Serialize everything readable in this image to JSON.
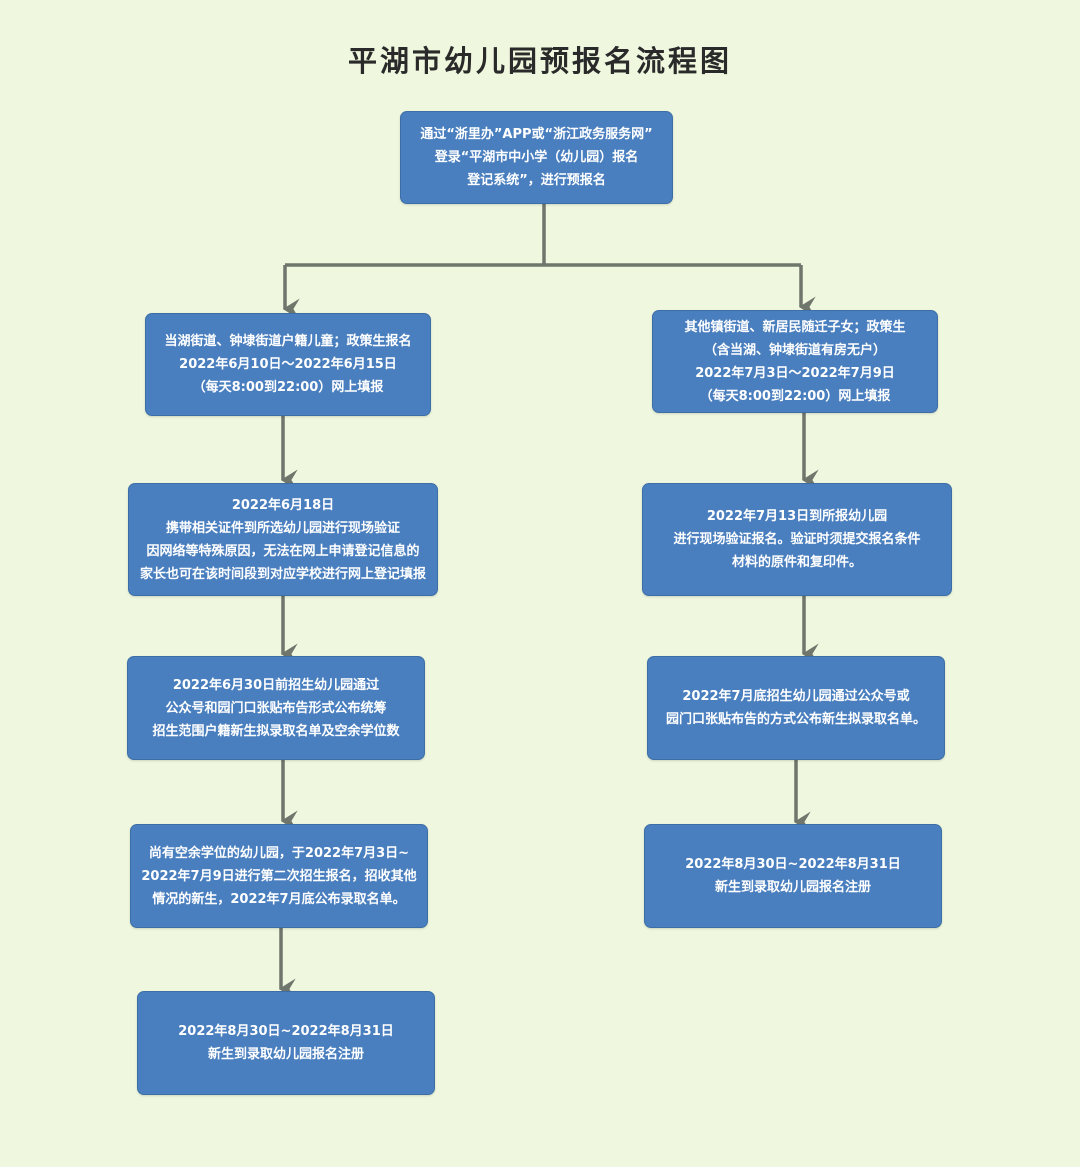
{
  "title": "平湖市幼儿园预报名流程图",
  "colors": {
    "background": "#eff8df",
    "box_fill": "#4a7fbf",
    "box_text": "#ffffff",
    "connector": "#6f766c",
    "title_text": "#2a2a2a"
  },
  "top_box": {
    "lines": [
      "通过“浙里办”APP或“浙江政务服务网”",
      "登录“平湖市中小学（幼儿园）报名",
      "登记系统”，进行预报名"
    ]
  },
  "left_branch": [
    {
      "lines": [
        "当湖街道、钟埭街道户籍儿童；政策生报名",
        "2022年6月10日～2022年6月15日",
        "（每天8:00到22:00）网上填报"
      ]
    },
    {
      "lines": [
        "2022年6月18日",
        "携带相关证件到所选幼儿园进行现场验证",
        "因网络等特殊原因，无法在网上申请登记信息的",
        "家长也可在该时间段到对应学校进行网上登记填报"
      ]
    },
    {
      "lines": [
        "2022年6月30日前招生幼儿园通过",
        "公众号和园门口张贴布告形式公布统筹",
        "招生范围户籍新生拟录取名单及空余学位数"
      ]
    },
    {
      "lines": [
        "尚有空余学位的幼儿园，于2022年7月3日~",
        "2022年7月9日进行第二次招生报名，招收其他",
        "情况的新生，2022年7月底公布录取名单。"
      ]
    },
    {
      "lines": [
        "2022年8月30日~2022年8月31日",
        "新生到录取幼儿园报名注册"
      ]
    }
  ],
  "right_branch": [
    {
      "lines": [
        "其他镇街道、新居民随迁子女；政策生",
        "（含当湖、钟埭街道有房无户）",
        "2022年7月3日～2022年7月9日",
        "（每天8:00到22:00）网上填报"
      ]
    },
    {
      "lines": [
        "2022年7月13日到所报幼儿园",
        "进行现场验证报名。验证时须提交报名条件",
        "材料的原件和复印件。"
      ]
    },
    {
      "lines": [
        "2022年7月底招生幼儿园通过公众号或",
        "园门口张贴布告的方式公布新生拟录取名单。"
      ]
    },
    {
      "lines": [
        "2022年8月30日~2022年8月31日",
        "新生到录取幼儿园报名注册"
      ]
    }
  ]
}
